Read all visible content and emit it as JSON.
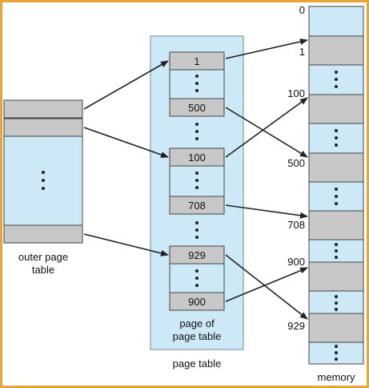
{
  "colors": {
    "light_blue": "#cde9f7",
    "gray": "#c8c8c8",
    "stroke": "#444444",
    "frame": "#e8a33a",
    "arrow": "#222222"
  },
  "outer_page_table": {
    "label_line1": "outer page",
    "label_line2": "table"
  },
  "page_table_container": {
    "label": "page table"
  },
  "page_of_page_table": {
    "label_line1": "page of",
    "label_line2": "page table"
  },
  "page_entries": [
    "1",
    "500",
    "100",
    "708",
    "929",
    "900"
  ],
  "memory": {
    "label": "memory",
    "addresses": [
      "0",
      "1",
      "100",
      "500",
      "708",
      "900",
      "929"
    ]
  }
}
